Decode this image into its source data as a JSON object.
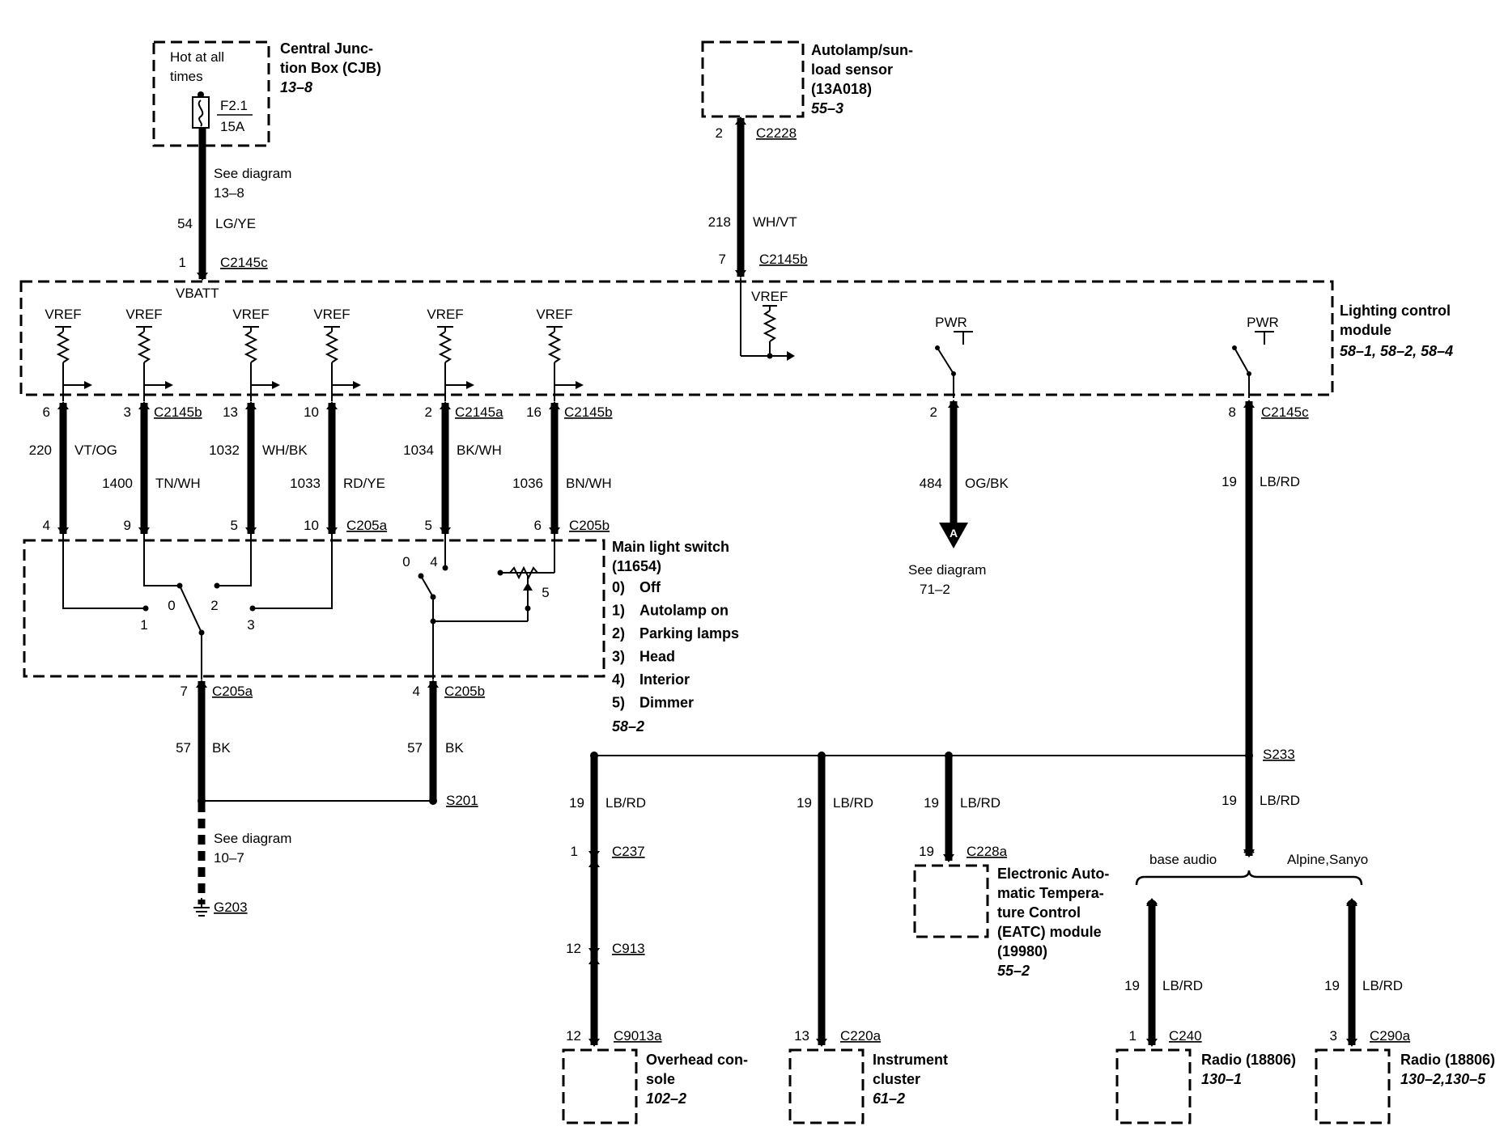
{
  "cjb": {
    "hot_line1": "Hot at all",
    "hot_line2": "times",
    "fuse": "F2.1",
    "amps": "15A",
    "name1": "Central Junc-",
    "name2": "tion Box (CJB)",
    "ref": "13–8",
    "see1": "See diagram",
    "see2": "13–8",
    "circuit": "54",
    "color": "LG/YE",
    "pin": "1",
    "conn": "C2145c",
    "vbatt": "VBATT"
  },
  "sensor": {
    "name1": "Autolamp/sun-",
    "name2": "load sensor",
    "name3": "(13A018)",
    "ref": "55–3",
    "pin_top": "2",
    "conn_top": "C2228",
    "circuit": "218",
    "color": "WH/VT",
    "pin": "7",
    "conn": "C2145b",
    "vref": "VREF"
  },
  "lcm": {
    "name1": "Lighting control",
    "name2": "module",
    "refs": "58–1, 58–2, 58–4",
    "pwr1": "PWR",
    "pwr2": "PWR"
  },
  "vref": "VREF",
  "wires": [
    {
      "pin_top": "6",
      "circuit": "220",
      "color": "VT/OG",
      "pin_bot": "4"
    },
    {
      "pin_top": "3",
      "conn_top": "C2145b",
      "circuit": "1400",
      "color": "TN/WH",
      "pin_bot": "9"
    },
    {
      "pin_top": "13",
      "circuit": "1032",
      "color": "WH/BK",
      "pin_bot": "5"
    },
    {
      "pin_top": "10",
      "circuit": "1033",
      "color": "RD/YE",
      "pin_bot": "10",
      "conn_bot": "C205a"
    },
    {
      "pin_top": "2",
      "conn_top": "C2145a",
      "circuit": "1034",
      "color": "BK/WH",
      "pin_bot": "5"
    },
    {
      "pin_top": "16",
      "conn_top": "C2145b",
      "circuit": "1036",
      "color": "BN/WH",
      "pin_bot": "6",
      "conn_bot": "C205b"
    }
  ],
  "og": {
    "pin": "2",
    "circuit": "484",
    "color": "OG/BK",
    "arrow": "A",
    "see1": "See diagram",
    "see2": "71–2"
  },
  "lbrd_main": {
    "pin": "8",
    "conn": "C2145c",
    "circuit": "19",
    "color": "LB/RD",
    "splice": "S233",
    "circuit2": "19",
    "color2": "LB/RD"
  },
  "switch": {
    "title1": "Main light switch",
    "title2": "(11654)",
    "legend": [
      {
        "num": "0)",
        "label": "Off"
      },
      {
        "num": "1)",
        "label": "Autolamp on"
      },
      {
        "num": "2)",
        "label": "Parking lamps"
      },
      {
        "num": "3)",
        "label": "Head"
      },
      {
        "num": "4)",
        "label": "Interior"
      },
      {
        "num": "5)",
        "label": "Dimmer"
      }
    ],
    "ref": "58–2",
    "pos0": "0",
    "pos1": "1",
    "pos2": "2",
    "pos3": "3",
    "pos0b": "0",
    "pos4": "4",
    "pos5": "5"
  },
  "ground": {
    "pin_a": "7",
    "conn_a": "C205a",
    "pin_b": "4",
    "conn_b": "C205b",
    "circuit_a": "57",
    "color_a": "BK",
    "circuit_b": "57",
    "color_b": "BK",
    "splice": "S201",
    "see1": "See diagram",
    "see2": "10–7",
    "ground": "G203"
  },
  "overhead": {
    "circuit": "19",
    "color": "LB/RD",
    "pin1": "1",
    "conn1": "C237",
    "pin2": "12",
    "conn2": "C913",
    "pin3": "12",
    "conn3": "C9013a",
    "name1": "Overhead con-",
    "name2": "sole",
    "ref": "102–2"
  },
  "cluster": {
    "circuit": "19",
    "color": "LB/RD",
    "pin": "13",
    "conn": "C220a",
    "name1": "Instrument",
    "name2": "cluster",
    "ref": "61–2"
  },
  "eatc": {
    "circuit": "19",
    "color": "LB/RD",
    "pin": "19",
    "conn": "C228a",
    "name1": "Electronic Auto-",
    "name2": "matic Tempera-",
    "name3": "ture Control",
    "name4": "(EATC) module",
    "name5": "(19980)",
    "ref": "55–2"
  },
  "audio": {
    "base": "base audio",
    "alpine": "Alpine,Sanyo"
  },
  "radio1": {
    "circuit": "19",
    "color": "LB/RD",
    "pin": "1",
    "conn": "C240",
    "name": "Radio (18806)",
    "ref": "130–1"
  },
  "radio2": {
    "circuit": "19",
    "color": "LB/RD",
    "pin": "3",
    "conn": "C290a",
    "name": "Radio (18806)",
    "ref": "130–2,130–5"
  }
}
